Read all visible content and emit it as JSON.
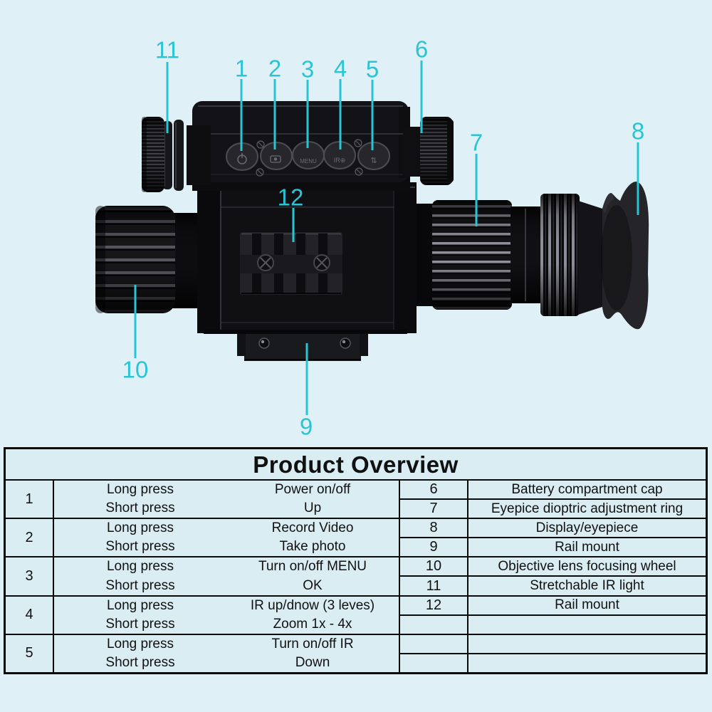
{
  "theme": {
    "accent": "#2ac4d5",
    "page_bg": "#dff0f6",
    "table_bg": "#d9edf3",
    "line": "#0a0a0a",
    "text": "#111111"
  },
  "callouts": [
    {
      "label": "11"
    },
    {
      "label": "1"
    },
    {
      "label": "2"
    },
    {
      "label": "3"
    },
    {
      "label": "4"
    },
    {
      "label": "5"
    },
    {
      "label": "6"
    },
    {
      "label": "7"
    },
    {
      "label": "8"
    },
    {
      "label": "12"
    },
    {
      "label": "10"
    },
    {
      "label": "9"
    }
  ],
  "table": {
    "title": "Product Overview",
    "left_rows": [
      {
        "num": "1",
        "press1": "Long press",
        "action1": "Power on/off",
        "press2": "Short press",
        "action2": "Up"
      },
      {
        "num": "2",
        "press1": "Long press",
        "action1": "Record Video",
        "press2": "Short press",
        "action2": "Take photo"
      },
      {
        "num": "3",
        "press1": "Long press",
        "action1": "Turn on/off MENU",
        "press2": "Short press",
        "action2": "OK"
      },
      {
        "num": "4",
        "press1": "Long press",
        "action1": "IR up/dnow (3 leves)",
        "press2": "Short press",
        "action2": "Zoom 1x - 4x"
      },
      {
        "num": "5",
        "press1": "Long press",
        "action1": "Turn on/off IR",
        "press2": "Short press",
        "action2": "Down"
      }
    ],
    "right_rows": [
      {
        "num": "6",
        "desc": "Battery compartment cap"
      },
      {
        "num": "7",
        "desc": "Eyepice dioptric adjustment ring"
      },
      {
        "num": "8",
        "desc": "Display/eyepiece"
      },
      {
        "num": "9",
        "desc": "Rail mount"
      },
      {
        "num": "10",
        "desc": "Objective lens focusing wheel"
      },
      {
        "num": "11",
        "desc": "Stretchable IR light"
      },
      {
        "num": "12",
        "desc": "Rail mount"
      },
      {
        "num": "",
        "desc": ""
      },
      {
        "num": "",
        "desc": ""
      },
      {
        "num": "",
        "desc": ""
      }
    ]
  }
}
